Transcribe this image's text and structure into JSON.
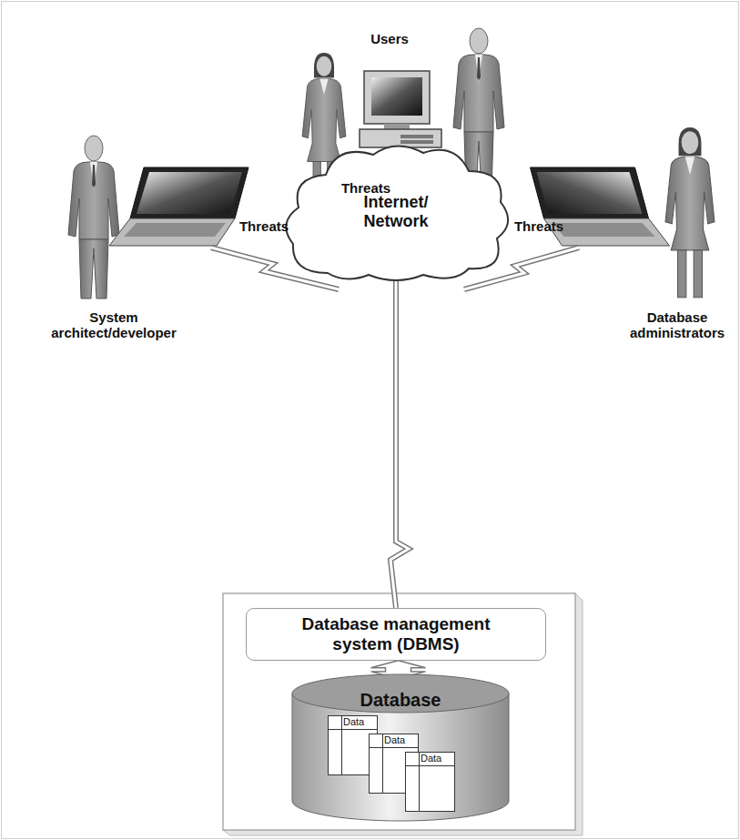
{
  "diagram": {
    "nodes": [
      {
        "text": [
          "Internet/ Network"
        ]
      },
      {
        "text": [
          "Database management system (DBMS)"
        ]
      },
      {
        "text": [
          "Database"
        ]
      },
      {
        "text": [
          "Data"
        ],
        "in": 2
      },
      {
        "text": [
          "Data"
        ],
        "in": 2
      },
      {
        "text": [
          "Data"
        ],
        "in": 2
      }
    ],
    "edges": [
      {
        "from": 0,
        "to": 1,
        "arrow": "none"
      },
      {
        "from": 1,
        "to": 2,
        "arrow": "both"
      }
    ],
    "labels": [
      "Users",
      "Threats",
      "System architect/developer",
      "Threats",
      "Threats",
      "Database administrators"
    ]
  }
}
